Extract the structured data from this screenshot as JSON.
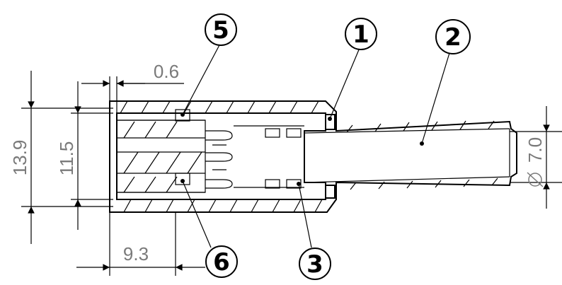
{
  "dimensions": {
    "overall_height": "13.9",
    "inner_height": "11.5",
    "wall_offset": "0.6",
    "insert_length": "9.3",
    "outlet_diameter": "7.0"
  },
  "callouts": [
    "5",
    "1",
    "2",
    "6",
    "3"
  ]
}
